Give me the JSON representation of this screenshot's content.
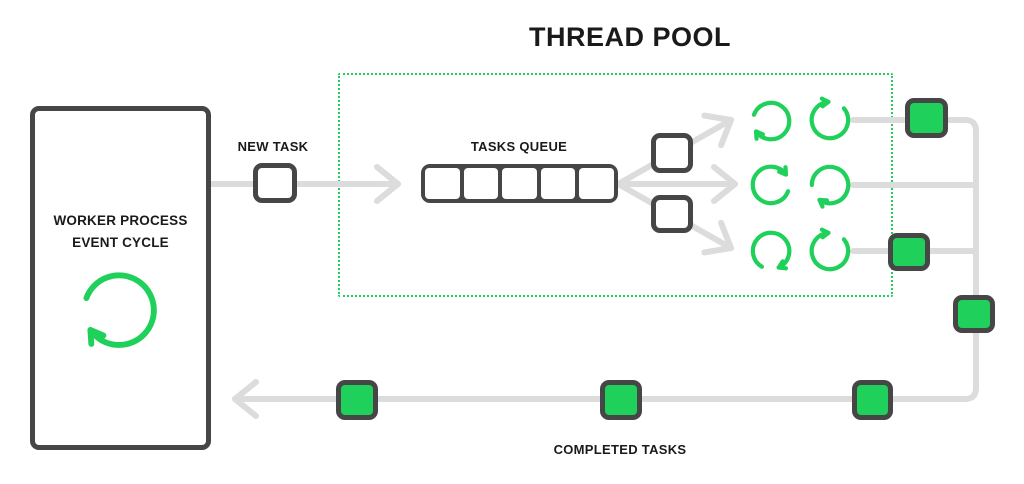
{
  "title": "THREAD POOL",
  "worker_box": {
    "label": "WORKER PROCESS\nEVENT CYCLE",
    "icon": "cycle-arrow-icon"
  },
  "labels": {
    "new_task": "NEW TASK",
    "tasks_queue": "TASKS QUEUE",
    "completed_tasks": "COMPLETED TASKS"
  },
  "queue": {
    "cell_count": 5,
    "empty_slots": 5
  },
  "thread_pool": {
    "thread_count": 6,
    "rows": 3,
    "icon": "cycle-arrow-icon"
  },
  "tasks": {
    "new_task_squares": 3,
    "completed_task_squares": 6
  },
  "colors": {
    "green": "#1fd15b",
    "dark": "#464646",
    "line": "#dcdcdc",
    "text": "#1a1a1a",
    "background": "#ffffff"
  }
}
